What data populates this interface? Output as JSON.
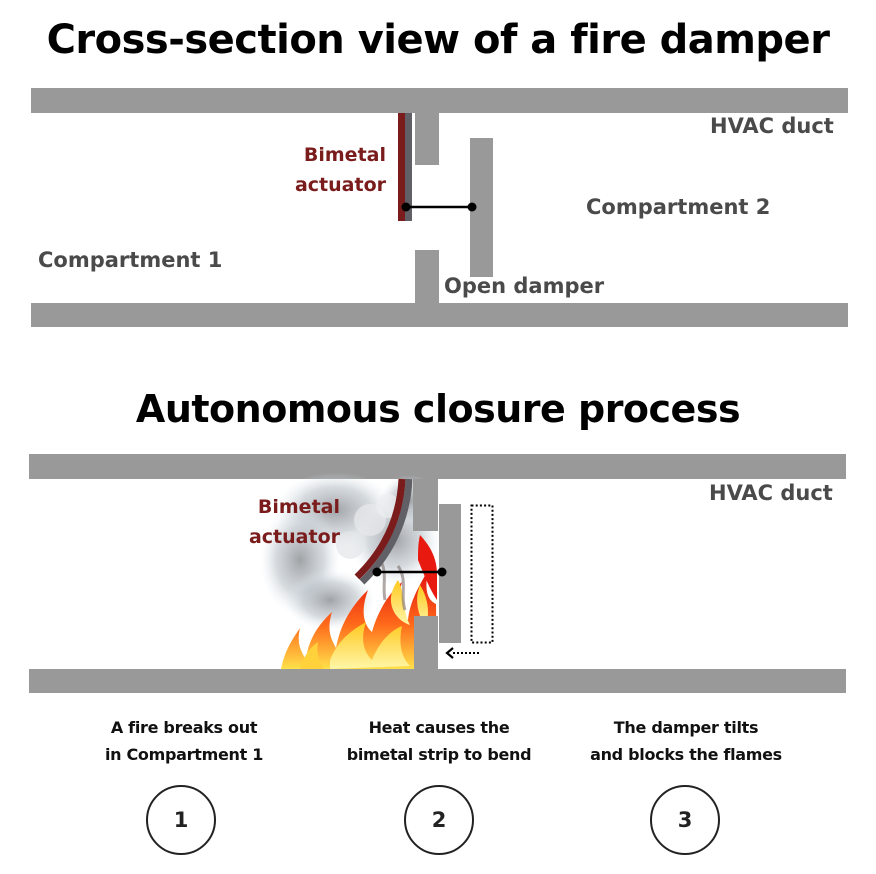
{
  "titles": {
    "top": "Cross-section view of a fire damper",
    "bottom": "Autonomous closure process"
  },
  "top_diagram": {
    "duct_label": "HVAC duct",
    "actuator_label_line1": "Bimetal",
    "actuator_label_line2": "actuator",
    "compartment_1": "Compartment 1",
    "compartment_2": "Compartment 2",
    "damper_label": "Open damper"
  },
  "bottom_diagram": {
    "duct_label": "HVAC duct",
    "actuator_label_line1": "Bimetal",
    "actuator_label_line2": "actuator"
  },
  "steps": [
    {
      "number": "1",
      "line1": "A fire breaks out",
      "line2": "in Compartment 1"
    },
    {
      "number": "2",
      "line1": "Heat causes the",
      "line2": "bimetal strip to bend"
    },
    {
      "number": "3",
      "line1": "The damper tilts",
      "line2": "and blocks the flames"
    }
  ],
  "colors": {
    "duct": "#999999",
    "bimetal_red": "#7a1c1c",
    "bimetal_grey": "#606066",
    "label_grey": "#4a4a4a"
  }
}
